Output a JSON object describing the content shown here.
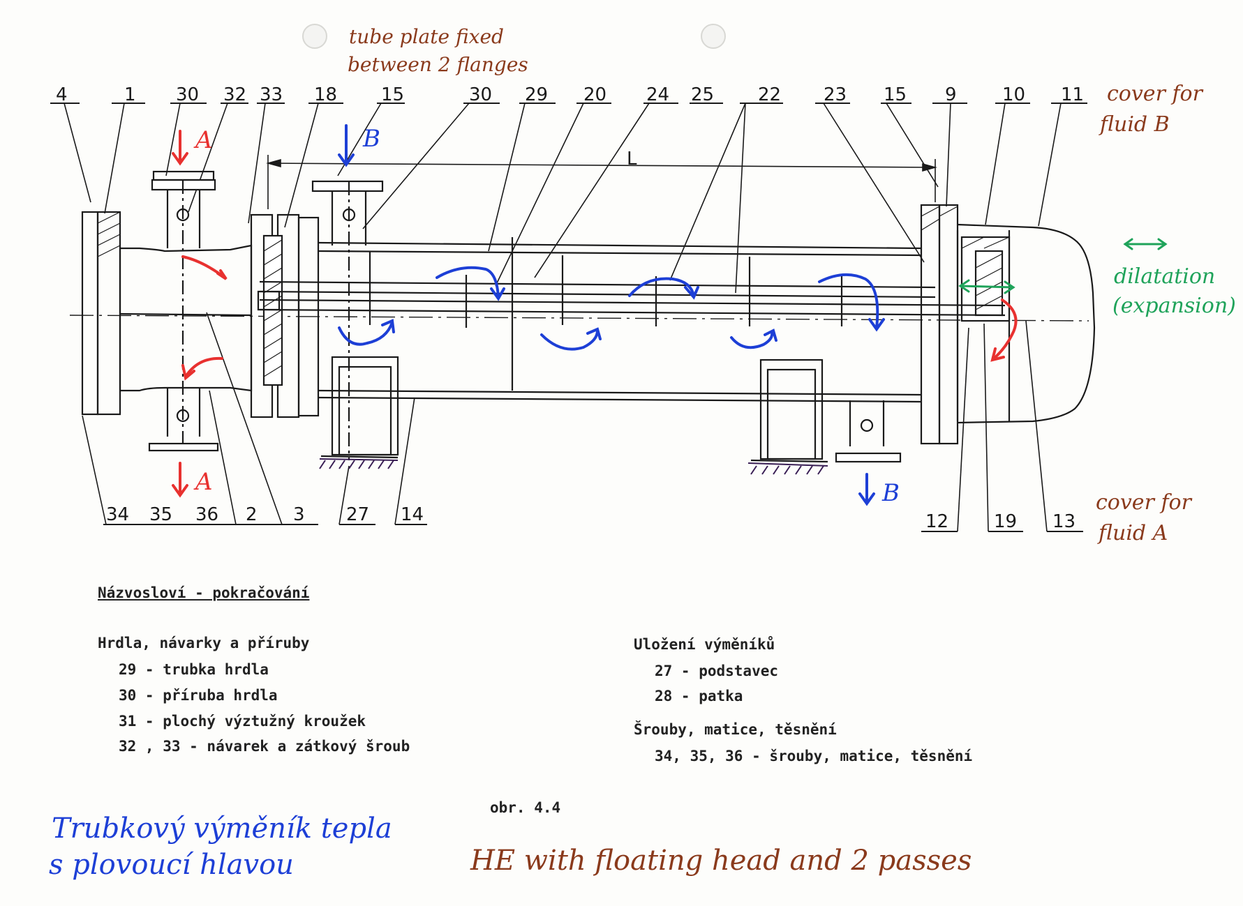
{
  "labels_top": [
    "4",
    "1",
    "30",
    "32",
    "33",
    "18",
    "15",
    "30",
    "29",
    "20",
    "24",
    "25",
    "22",
    "23",
    "15",
    "9",
    "10",
    "11"
  ],
  "labels_bottom": [
    "34",
    "35",
    "36",
    "2",
    "3",
    "27",
    "14",
    "12",
    "19",
    "13"
  ],
  "dimension_label": "L",
  "notes": {
    "tube_plate_1": "tube plate fixed",
    "tube_plate_2": "between 2 flanges",
    "cover_b_1": "cover for",
    "cover_b_2": "fluid B",
    "cover_a_1": "cover for",
    "cover_a_2": "fluid A",
    "dilatation_1": "dilatation",
    "dilatation_2": "(expansion)",
    "fluid_a": "A",
    "fluid_b": "B",
    "title_cz_1": "Trubkový výměník tepla",
    "title_cz_2": "s plovoucí hlavou",
    "title_en": "HE with floating head and 2 passes"
  },
  "legend": {
    "heading": "Názvosloví - pokračování",
    "left_group_title": "Hrdla, návarky a příruby",
    "left_items": [
      "29 - trubka hrdla",
      "30 - příruba hrdla",
      "31 - plochý výztužný kroužek",
      "32 , 33 - návarek a zátkový šroub"
    ],
    "right_group1_title": "Uložení výměníků",
    "right_group1_items": [
      "27 - podstavec",
      "28 - patka"
    ],
    "right_group2_title": "Šrouby, matice, těsnění",
    "right_group2_items": [
      "34, 35, 36 - šrouby, matice, těsnění"
    ]
  },
  "figure_caption": "obr. 4.4",
  "colors": {
    "ink": "#1a1a1a",
    "fluid_a": "#e8312f",
    "fluid_b": "#1d3fd6",
    "notes_brown": "#8a3a1c",
    "expansion_green": "#1fa35a"
  }
}
